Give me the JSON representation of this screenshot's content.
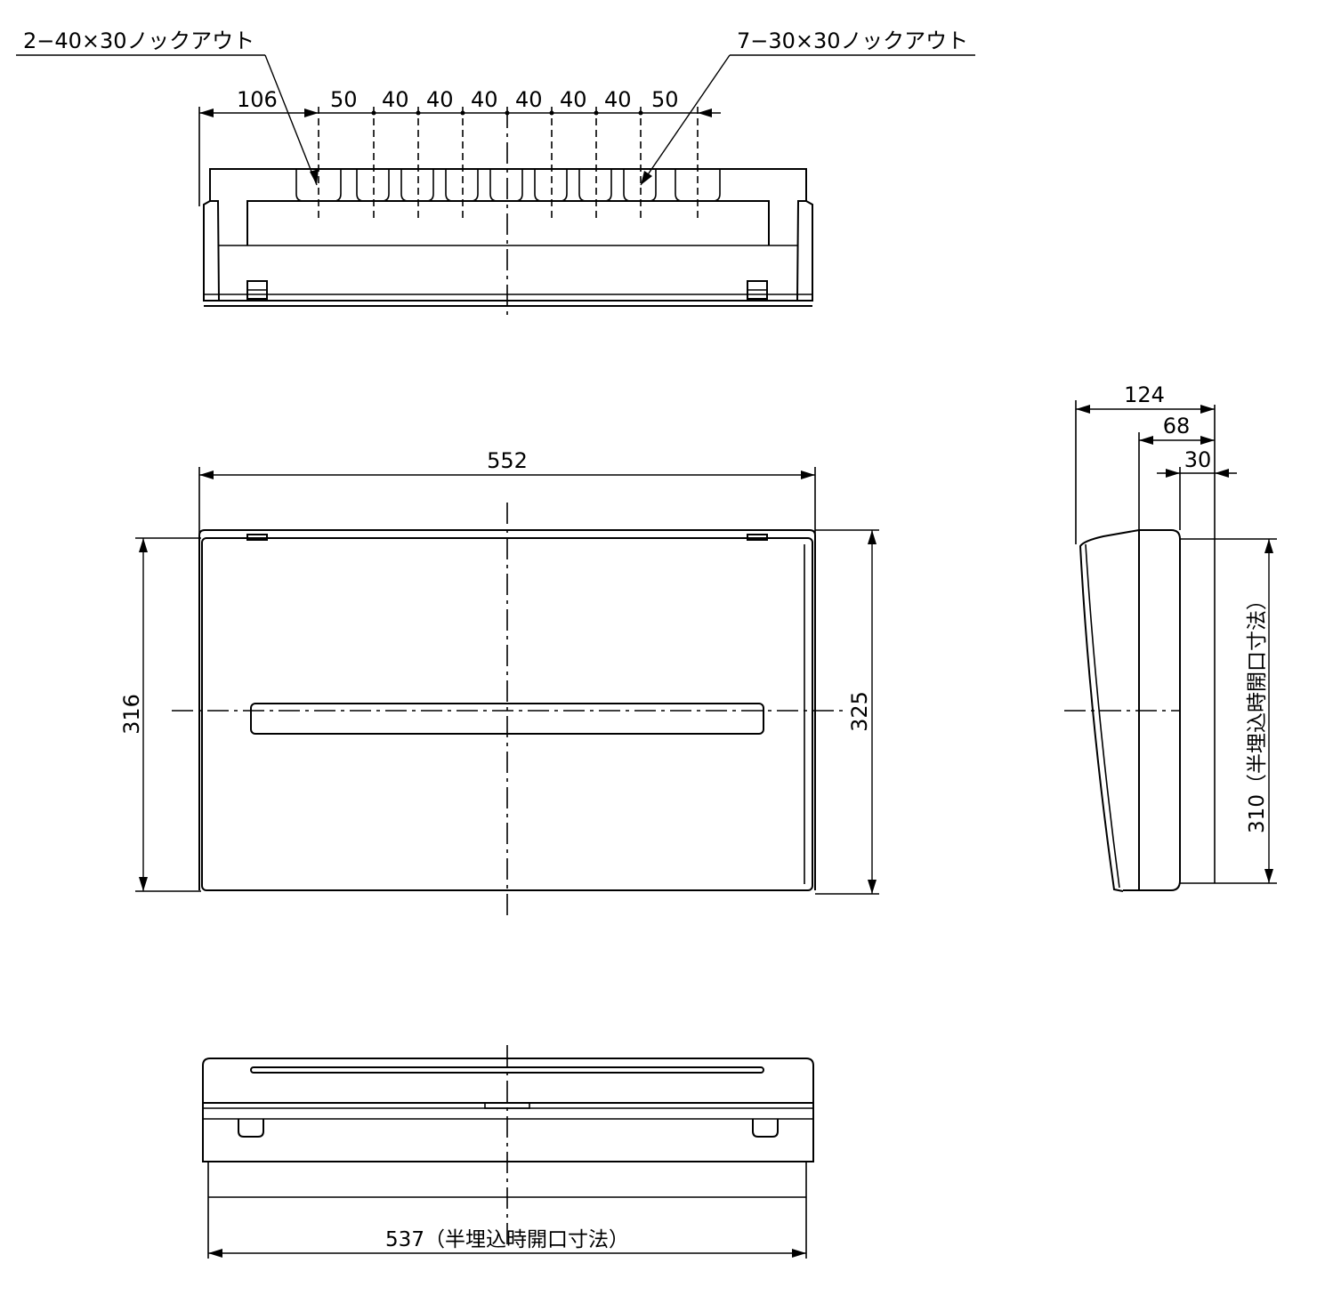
{
  "top_view": {
    "knockout_left_label": "2−40×30ノックアウト",
    "knockout_right_label": "7−30×30ノックアウト",
    "dim_106": "106",
    "dim_50_left": "50",
    "dim_40_1": "40",
    "dim_40_2": "40",
    "dim_40_3": "40",
    "dim_40_4": "40",
    "dim_40_5": "40",
    "dim_40_6": "40",
    "dim_50_right": "50"
  },
  "front_view": {
    "width": "552",
    "height_left": "316",
    "height_right": "325"
  },
  "side_view": {
    "depth_total": "124",
    "depth_68": "68",
    "depth_30": "30",
    "opening_height": "310（半埋込時開口寸法）"
  },
  "bottom_view": {
    "opening_width": "537（半埋込時開口寸法）"
  }
}
